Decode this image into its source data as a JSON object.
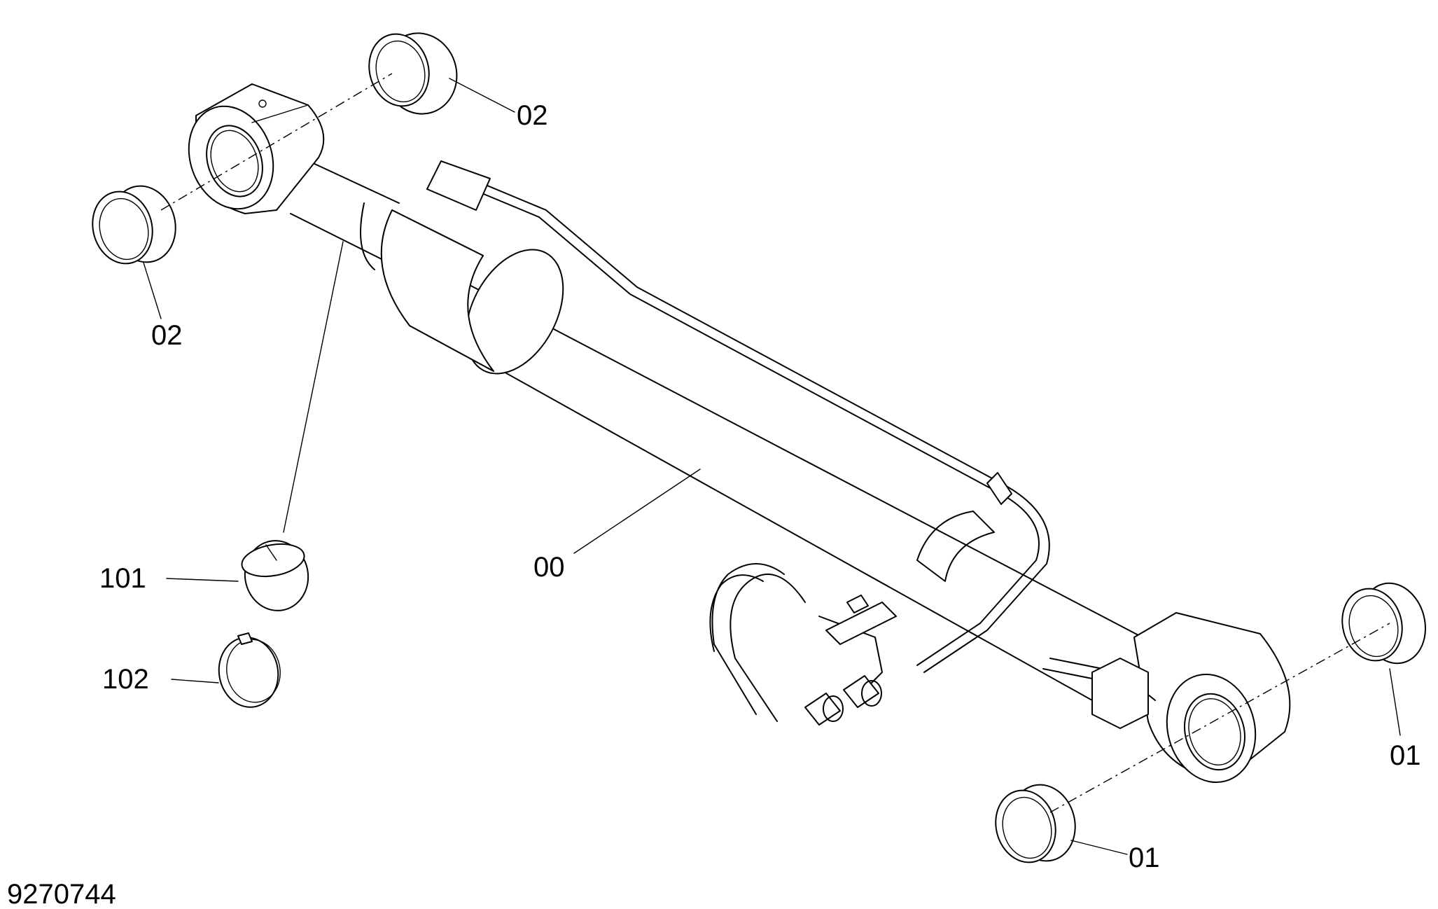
{
  "drawing_number": "9270744",
  "callouts": [
    {
      "id": "c-02-top",
      "text": "02"
    },
    {
      "id": "c-02-left",
      "text": "02"
    },
    {
      "id": "c-00",
      "text": "00"
    },
    {
      "id": "c-101",
      "text": "101"
    },
    {
      "id": "c-102",
      "text": "102"
    },
    {
      "id": "c-01-right",
      "text": "01"
    },
    {
      "id": "c-01-bottom",
      "text": "01"
    }
  ],
  "colors": {
    "line": "#000000",
    "background": "#ffffff"
  }
}
